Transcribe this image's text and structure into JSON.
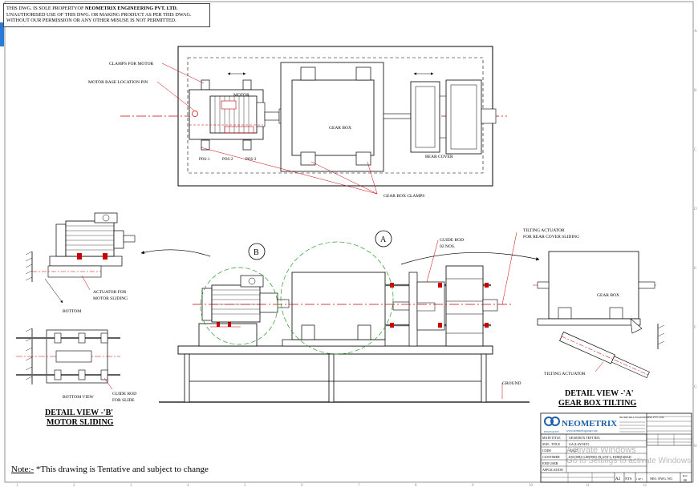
{
  "disclaimer": {
    "line1_prefix": "THIS DWG. IS SOLE PROPERTYOF ",
    "company": "NEOMETRIX ENGINEERING PVT. LTD.",
    "line2": "UNAUTHORISED USE OF THIS DWG. OR MAKING PRODUCT AS PER THIS DWAG.",
    "line3": "WITHOUT OUR PERMISSION OR ANY OTHER MISUSE IS NOT PERMITTED."
  },
  "top_view": {
    "clamps_for_motor": "CLAMPS FOR MOTOR",
    "motor_base_pin": "MOTOR BASE LOCATION PIN",
    "motor": "MOTOR",
    "gear_box": "GEAR BOX",
    "rear_cover": "REAR COVER",
    "pos1": "POS-1",
    "pos2": "POS-2",
    "pos3": "POS-3",
    "gear_box_clamps": "GEAR BOX CLAMPS"
  },
  "front_view": {
    "bubble_a": "A",
    "bubble_b": "B",
    "guide_rod": "GUIDE ROD",
    "guide_rod_qty": "02 NOS.",
    "tilting_actuator": "TILTING ACTUATOR",
    "tilting_actuator_sub": "FOR REAR COVER SLIDING",
    "ground": "GROUND"
  },
  "detail_b": {
    "actuator_for": "ACTUATOR FOR",
    "motor_sliding_small": "MOTOR SLIDING",
    "bottom": "BOTTOM",
    "bottom_view": "BOTTOM VIEW",
    "guide_rod_for": "GUIDE ROD",
    "for_slide": "FOR SLIDE",
    "title_line1": "DETAIL VIEW -'B'",
    "title_line2": "MOTOR SLIDING"
  },
  "detail_a": {
    "gear_box": "GEAR BOX",
    "tilting_actuator": "TILTING ACTUATOR",
    "title_line1": "DETAIL VIEW -'A'",
    "title_line2": "GEAR BOX TILTING"
  },
  "title_block": {
    "brand": "NEOMETRIX",
    "brand_url": "www.neometrixgroup.com",
    "brand_tag": "INNOVATIVE",
    "company_line": "NEOMETRIX ENGINEERING PVT. LTD.",
    "rows": [
      {
        "label": "MAIN TITLE",
        "value": "GEAR BOX TEST RIG"
      },
      {
        "label": "SUB - TITLE",
        "value": "GA (LAYOUT)"
      },
      {
        "label": "CODE",
        "value": "A2927"
      },
      {
        "label": "CUSTOMER",
        "value": "ESCORTS LIMITED, PLANT-3, FARIDABAD"
      },
      {
        "label": "END USER",
        "value": ""
      },
      {
        "label": "APPLICATION",
        "value": ""
      }
    ],
    "size": "A2",
    "scale": "NTS",
    "sheet": "1 OF 1",
    "dwg_no_label": "NEO. DWG. NO.",
    "rev_label": "Rev.",
    "rev_value": "00"
  },
  "watermark": {
    "line1": "Activate Windows",
    "line2": "Go to Settings to activate Windows."
  },
  "note": {
    "label": "Note:-",
    "text": " *This drawing is Tentative and subject to change"
  },
  "border_cols": [
    "1",
    "2",
    "3",
    "4",
    "5",
    "6",
    "7",
    "8",
    "9",
    "10",
    "11",
    "12"
  ],
  "border_rows": [
    "A",
    "B",
    "C",
    "D",
    "E",
    "F",
    "G",
    "H"
  ]
}
